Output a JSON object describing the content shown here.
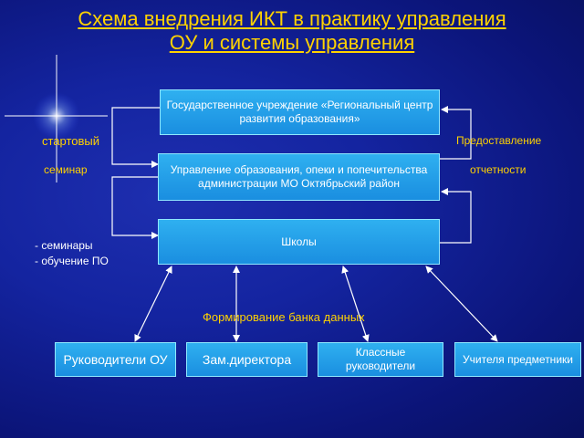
{
  "title": {
    "line1": "Схема внедрения ИКТ в практику управления",
    "line2": "ОУ и системы управления"
  },
  "boxes": {
    "gov": "Государственное учреждение «Региональ­ный центр развития образования»",
    "dept": "Управление образования, опеки и попечительства администрации МО Октябрьский район",
    "schools": "Школы",
    "heads": "Руководители ОУ",
    "deputy": "Зам.директора",
    "class": "Классные руководители",
    "teachers": "Учителя предметники"
  },
  "labels": {
    "start": "стартовый",
    "seminar": "семинар",
    "provide": "Предоставление",
    "reporting": "отчетности",
    "seminars": "- семинары",
    "training": "- обучение ПО",
    "bank": "Формирование банка данных"
  },
  "colors": {
    "accent": "#ffd200",
    "box": "#1f9ae6",
    "background": "#1424a0"
  }
}
